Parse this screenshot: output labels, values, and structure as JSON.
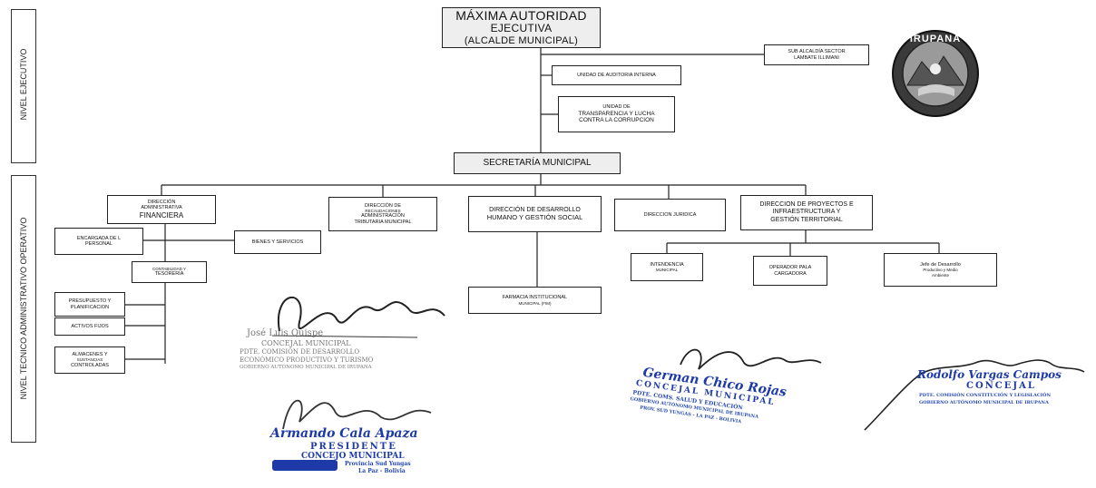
{
  "levels": {
    "executive": "NIVEL EJECUTIVO",
    "operative": "NIVEL TECNICO ADMINISTRATIVO OPERATIVO"
  },
  "logo": {
    "text": "IRUPANA"
  },
  "nodes": {
    "mae": {
      "line1": "MÁXIMA AUTORIDAD",
      "line2": "EJECUTIVA",
      "line3": "(ALCALDE MUNICIPAL)"
    },
    "subalcaldia": {
      "line1": "SUB ALCALDÍA SECTOR",
      "line2": "LAMBATE ILLIMANI"
    },
    "auditoria": {
      "line1": "UNIDAD DE AUDITORIA INTERNA"
    },
    "transparencia": {
      "line1": "UNIDAD DE",
      "line2": "TRANSPARENCIA Y LUCHA",
      "line3": "CONTRA LA CORRUPCION"
    },
    "secretaria": {
      "line1": "SECRETARÍA MUNICIPAL"
    },
    "dir_admin": {
      "line1": "DIRECCIÓN",
      "line2": "ADMINISTRATIVA",
      "line3": "FINANCIERA"
    },
    "dir_recaud": {
      "line1": "DIRECCIÓN DE",
      "line2": "RECAUDACIONES",
      "line3": "ADMINISTRACIÓN",
      "line4": "TRIBUTARIA MUNICIPAL"
    },
    "dir_desarrollo": {
      "line1": "DIRECCIÓN DE DESARROLLO",
      "line2": "HUMANO Y GESTIÓN SOCIAL"
    },
    "dir_juridica": {
      "line1": "DIRECCION JURIDICA"
    },
    "dir_proyectos": {
      "line1": "DIRECCION DE PROYECTOS E",
      "line2": "INFRAESTRUCTURA Y",
      "line3": "GESTIÓN TERRITORIAL"
    },
    "personal": {
      "line1": "ENCARGADA DE L",
      "line2": "PERSONAL"
    },
    "bienes": {
      "line1": "BIENES Y SERVICIOS"
    },
    "contabilidad": {
      "line1": "CONTABILIDAD Y",
      "line2": "TESORERIA"
    },
    "presupuesto": {
      "line1": "PRESUPUESTO Y",
      "line2": "PLANIFICACION"
    },
    "activos": {
      "line1": "ACTIVOS FIJOS"
    },
    "almacenes": {
      "line1": "ALMACENES Y",
      "line2": "SUSTANCIAS",
      "line3": "CONTROLADAS"
    },
    "farmacia": {
      "line1": "FARMACIA INSTITUCIONAL",
      "line2": "MUNICIPAL (FIM)"
    },
    "intendencia": {
      "line1": "INTENDENCIA",
      "line2": "MUNICIPAL"
    },
    "operador": {
      "line1": "OPERADOR PALA",
      "line2": "CARGADORA"
    },
    "jefe": {
      "line1": "Jefe de Desarrollo",
      "line2": "Productivo y Medio",
      "line3": "Ambiente"
    }
  },
  "signatures": {
    "sig1": {
      "name": "José Luis Quispe",
      "role": "CONCEJAL MUNICIPAL",
      "line1": "PDTE. COMISIÓN DE DESARROLLO",
      "line2": "ECONÓMICO PRODUCTIVO Y TURISMO",
      "line3": "GOBIERNO AUTÓNOMO MUNICIPAL DE IRUPANA"
    },
    "sig2": {
      "name": "Armando Cala Apaza",
      "role": "PRESIDENTE",
      "line1": "CONCEJO MUNICIPAL",
      "line2": "Provincia Sud Yungas",
      "line3": "La Paz - Bolivia"
    },
    "sig3": {
      "name": "German Chico Rojas",
      "role": "CONCEJAL MUNICIPAL",
      "line1": "PDTE. COMS. SALUD Y EDUCACIÓN",
      "line2": "GOBIERNO AUTÓNOMO MUNICIPAL DE IRUPANA",
      "line3": "PROV. SUD YUNGAS - LA PAZ - BOLIVIA"
    },
    "sig4": {
      "name": "Rodolfo Vargas Campos",
      "role": "CONCEJAL",
      "line1": "PDTE. COMISIÓN CONSTITUCIÓN Y LEGISLACIÓN",
      "line2": "GOBIERNO AUTÓNOMO MUNICIPAL DE IRUPANA"
    }
  }
}
